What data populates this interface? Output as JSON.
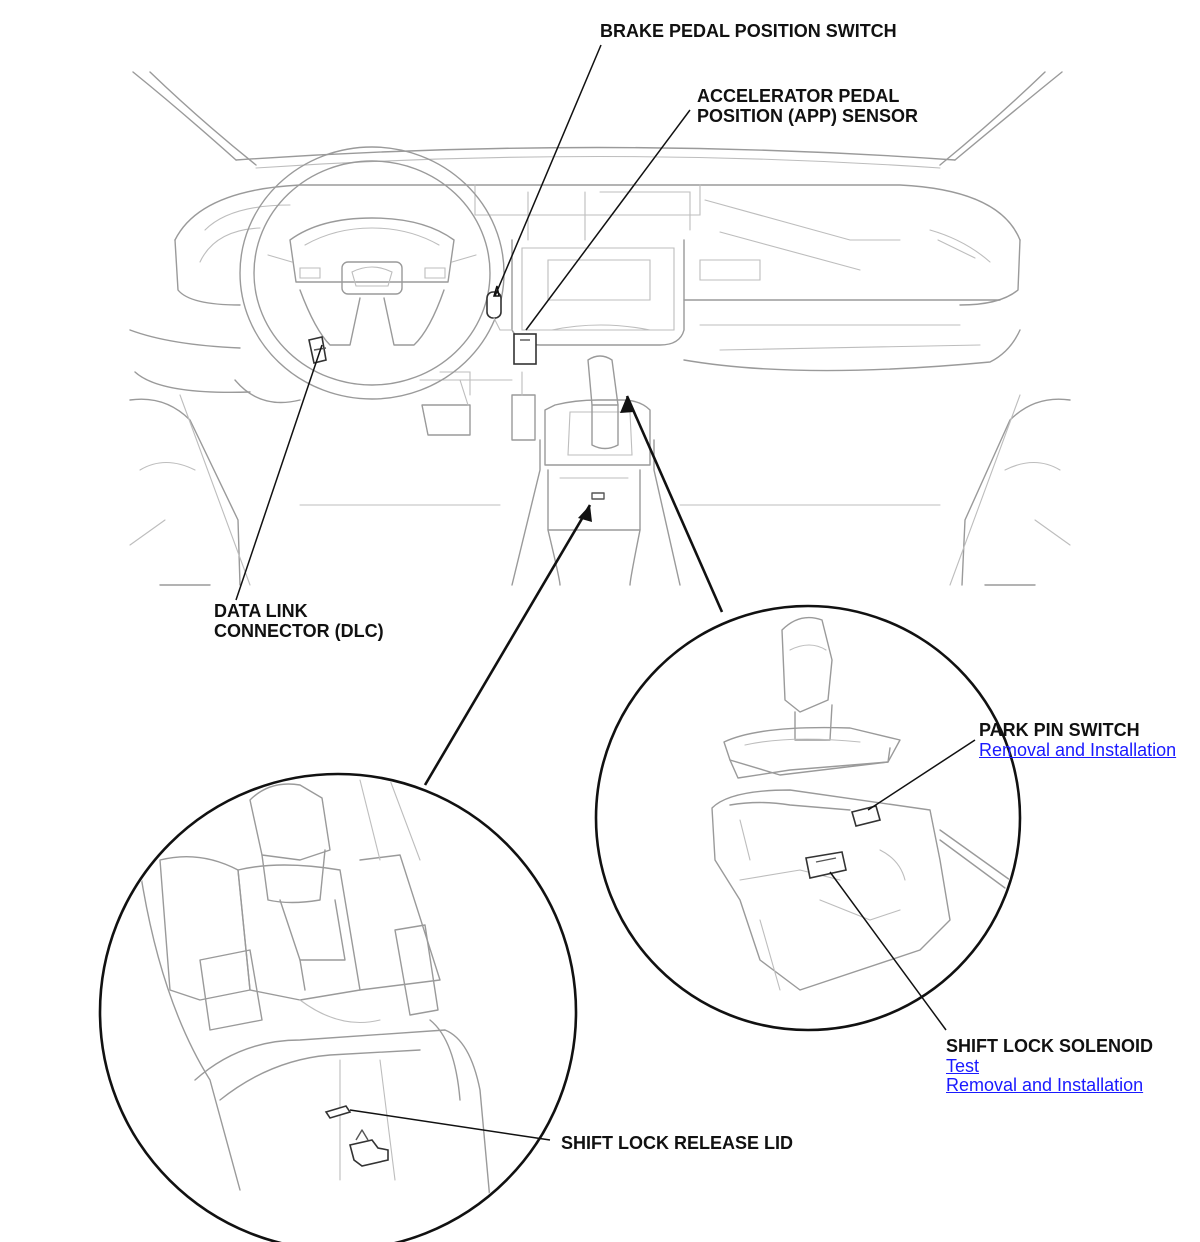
{
  "labels": {
    "brake_pedal_position_switch": "BRAKE PEDAL POSITION SWITCH",
    "app_sensor_line1": "ACCELERATOR PEDAL",
    "app_sensor_line2": "POSITION (APP) SENSOR",
    "dlc_line1": "DATA LINK",
    "dlc_line2": "CONNECTOR (DLC)",
    "park_pin_switch": "PARK PIN SWITCH",
    "shift_lock_solenoid": "SHIFT LOCK SOLENOID",
    "shift_lock_release_lid": "SHIFT LOCK RELEASE LID"
  },
  "links": {
    "park_pin_removal": "Removal and Installation",
    "solenoid_test": "Test",
    "solenoid_removal": "Removal and Installation"
  },
  "colors": {
    "link": "#1a1aff",
    "line_art": "#9a9a9a",
    "leader": "#111111"
  }
}
